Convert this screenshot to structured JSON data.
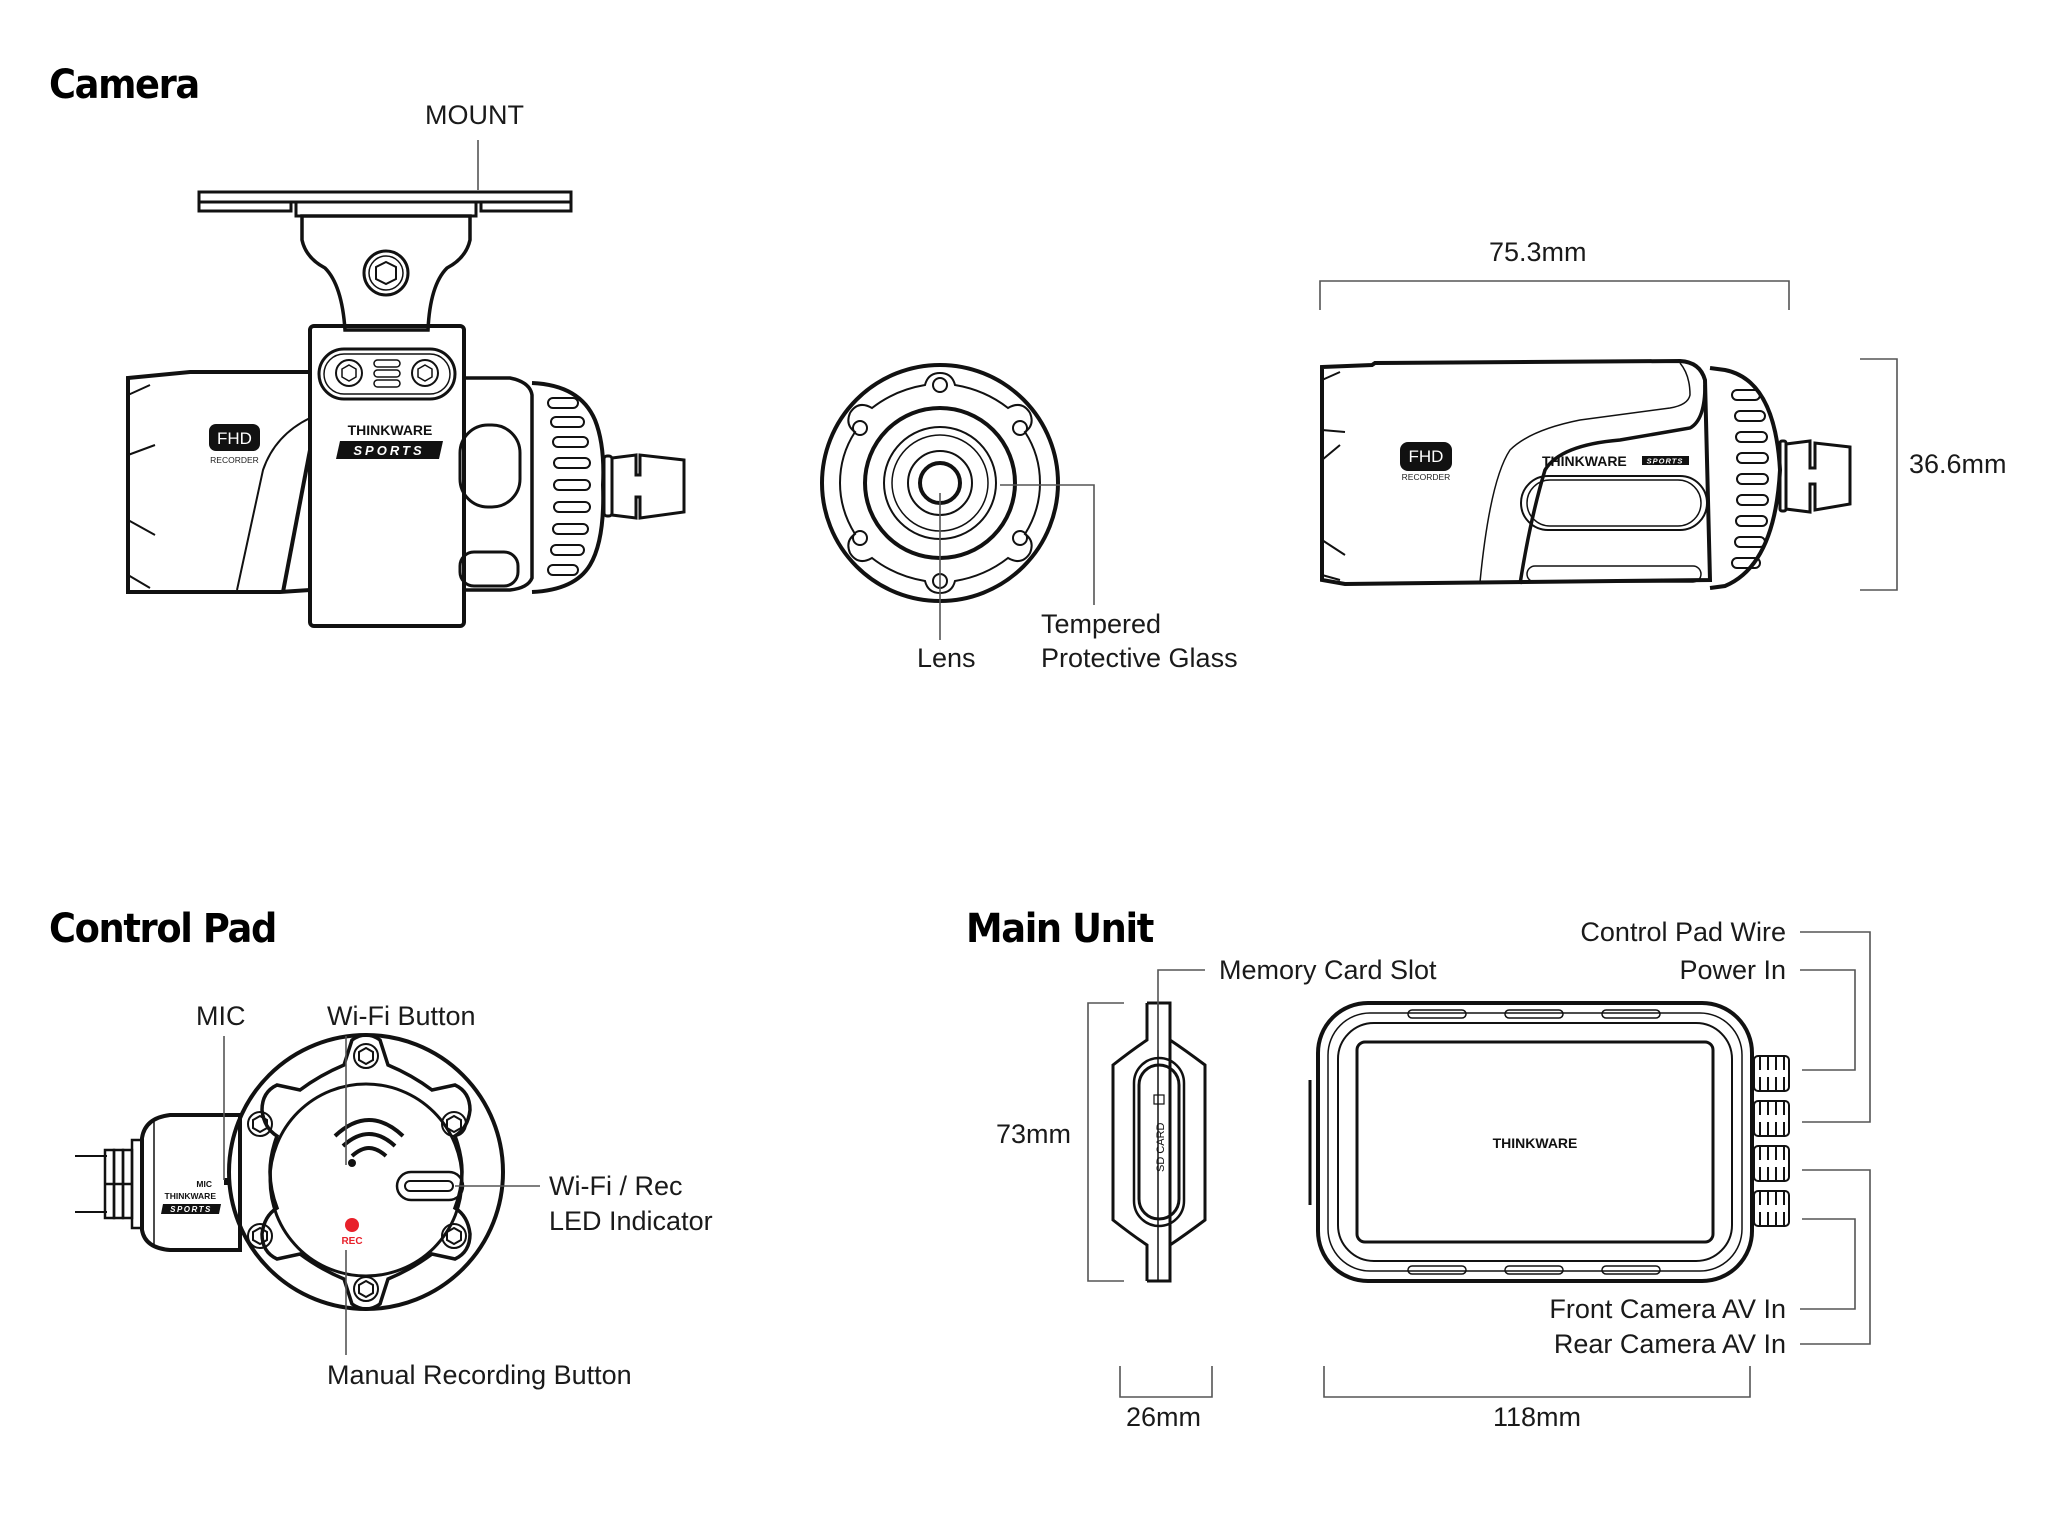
{
  "sections": {
    "camera": {
      "title": "Camera",
      "mount_label": "MOUNT",
      "lens_label": "Lens",
      "glass_label_line1": "Tempered",
      "glass_label_line2": "Protective Glass",
      "width_dim": "75.3mm",
      "height_dim": "36.6mm",
      "badge_fhd": "FHD",
      "badge_recorder": "RECORDER",
      "brand": "THINKWARE",
      "brand_sub": "SPORTS"
    },
    "control_pad": {
      "title": "Control Pad",
      "mic_label": "MIC",
      "wifi_button_label": "Wi-Fi Button",
      "led_label_line1": "Wi-Fi / Rec",
      "led_label_line2": "LED Indicator",
      "manual_rec_label": "Manual Recording Button",
      "rec_text": "REC",
      "rec_color": "#e8202a",
      "side_mic": "MIC",
      "side_brand": "THINKWARE",
      "side_sub": "SPORTS"
    },
    "main_unit": {
      "title": "Main Unit",
      "memory_slot_label": "Memory Card Slot",
      "sd_card_text": "SD CARD",
      "height_dim": "73mm",
      "depth_dim": "26mm",
      "width_dim": "118mm",
      "brand": "THINKWARE",
      "ports": [
        {
          "label": "Control Pad Wire"
        },
        {
          "label": "Power In"
        },
        {
          "label": "Front Camera AV In"
        },
        {
          "label": "Rear Camera AV In"
        }
      ]
    }
  }
}
